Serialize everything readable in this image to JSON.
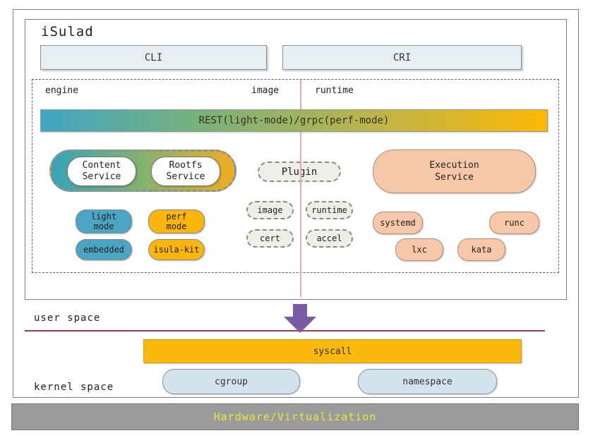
{
  "header": {
    "title": "iSulad",
    "cli_label": "CLI",
    "cri_label": "CRI"
  },
  "panel": {
    "sections": {
      "engine": "engine",
      "image": "image",
      "runtime": "runtime"
    },
    "rest_bar_label": "REST(light-mode)/grpc(perf-mode)",
    "engine_column": {
      "content_service": "Content\nService",
      "rootfs_service": "Rootfs\nService",
      "light_mode": "light\nmode",
      "perf_mode": "perf\nmode",
      "embedded": "embedded",
      "isula_kit": "isula-kit"
    },
    "image_column": {
      "plugin": "Plugin",
      "image_plugin": "image",
      "runtime_plugin": "runtime",
      "cert_plugin": "cert",
      "accel_plugin": "accel"
    },
    "runtime_column": {
      "execution_service": "Execution\nService",
      "systemd": "systemd",
      "runc": "runc",
      "lxc": "lxc",
      "kata": "kata"
    }
  },
  "spaces": {
    "user_space_label": "user space",
    "kernel_space_label": "kernel space",
    "syscall_label": "syscall",
    "cgroup_label": "cgroup",
    "namespace_label": "namespace"
  },
  "footer": {
    "label": "Hardware/Virtualization"
  },
  "colors": {
    "teal_pill": "#4aa5c2",
    "amber_pill": "#fbb60e",
    "salmon_pill": "#f7c7aa",
    "plugin_pill_fill": "#edeee5",
    "kernel_pill_fill": "#d2e3ee",
    "top_box_fill": "#e8eff2",
    "rest_bar_gradient": [
      "#41a5c4",
      "#7cb279",
      "#bdb44a",
      "#fcb806"
    ],
    "service_group_gradient": [
      "#36a3ba",
      "#84b26e",
      "#f2ad22"
    ],
    "syscall_fill": "#fbb90e",
    "purple_arrow": "#7b5aa4",
    "divider_red_line": "#a03c44",
    "section_pink_line": "#eba8b8",
    "footer_bar_fill": "#9b9b9b",
    "footer_text": "#e4e93b"
  }
}
